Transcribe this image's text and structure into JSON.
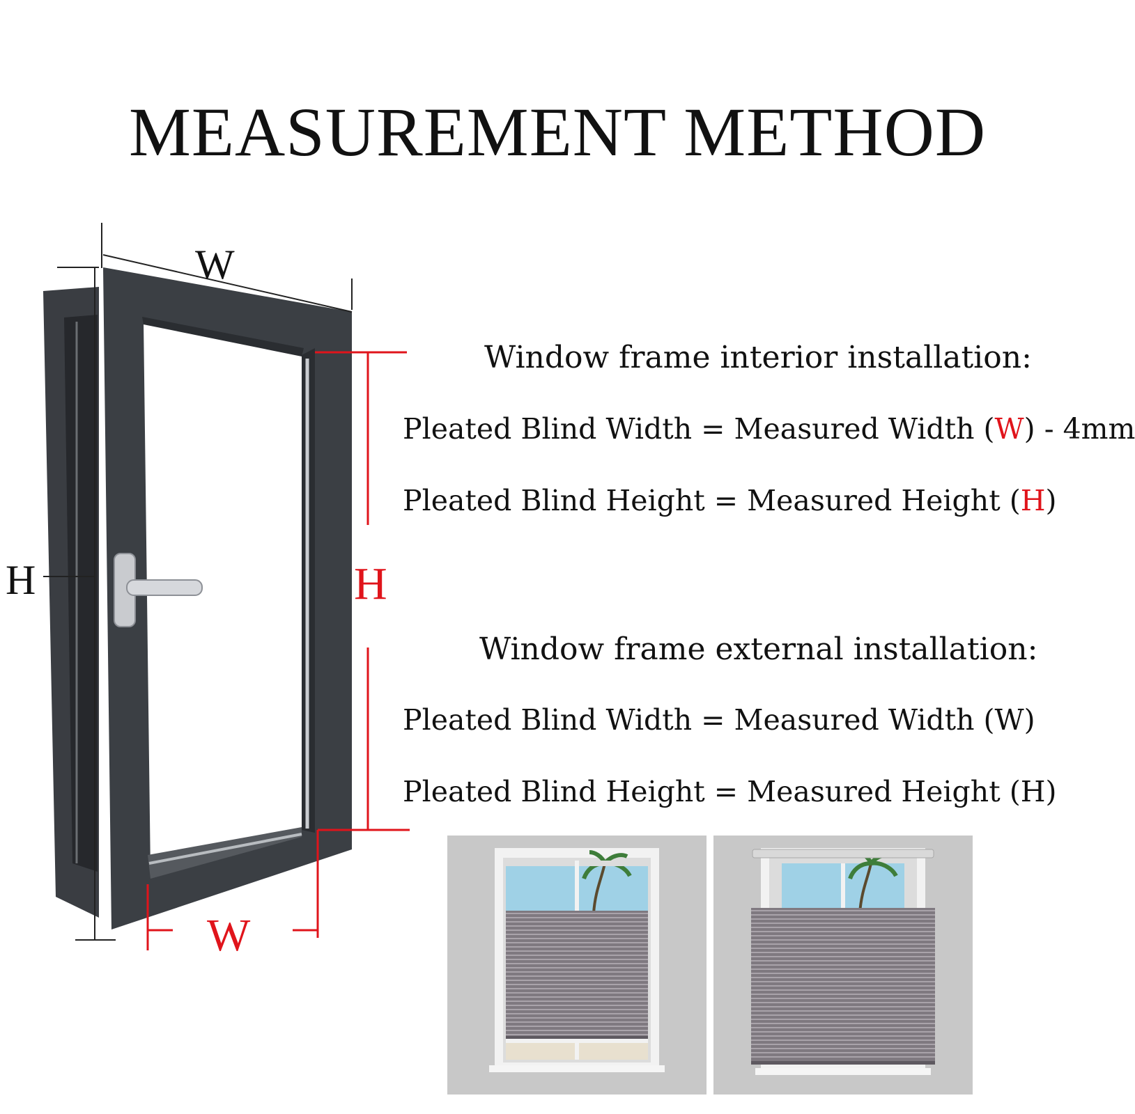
{
  "title": "MEASUREMENT METHOD",
  "diagram": {
    "width_label": "W",
    "height_label": "H",
    "measure_width_label": "W",
    "measure_height_label": "H",
    "frame_color": "#3b3f44",
    "measure_color": "#e0141b"
  },
  "interior": {
    "heading": "Window frame interior installation:",
    "width_formula": {
      "prefix": "Pleated Blind Width = Measured Width (",
      "symbol": "W",
      "suffix": ") - 4mm"
    },
    "height_formula": {
      "prefix": "Pleated Blind Height = Measured Height (",
      "symbol": "H",
      "suffix": ")"
    }
  },
  "external": {
    "heading": "Window frame external installation:",
    "width_formula": "Pleated Blind Width = Measured Width (W)",
    "height_formula": "Pleated Blind Height = Measured Height (H)"
  },
  "photos": [
    {
      "name": "inside-mount-photo",
      "blind_color": "#7f7980"
    },
    {
      "name": "outside-mount-photo",
      "blind_color": "#7f7980"
    }
  ]
}
